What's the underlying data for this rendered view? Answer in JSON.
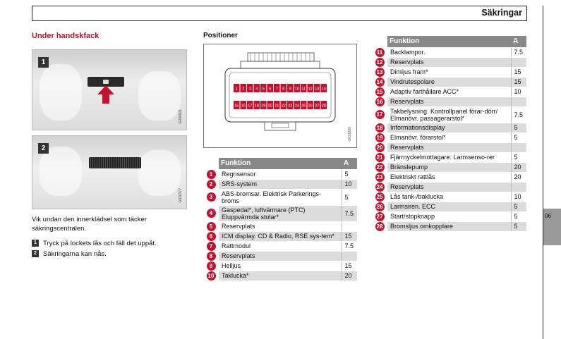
{
  "header": {
    "title": "Säkringar"
  },
  "section": {
    "title": "Under handskfack",
    "positions_title": "Positioner"
  },
  "photos": [
    {
      "num": "1",
      "code": "G000001"
    },
    {
      "num": "2",
      "code": "G020377"
    }
  ],
  "diagram": {
    "code": "G021888",
    "row1": [
      "1",
      "2",
      "3",
      "4",
      "5",
      "6",
      "7",
      "8",
      "9",
      "10",
      "11",
      "12",
      "13",
      "14"
    ],
    "row2": [
      "15",
      "16",
      "17",
      "18",
      "19",
      "20",
      "21",
      "22",
      "23",
      "24",
      "25",
      "26",
      "27",
      "28"
    ]
  },
  "body_text": "Vik undan den innerklädsel som täcker säkringscentralen.",
  "steps": [
    {
      "num": "1",
      "text": "Tryck på lockets lås och fäll det uppåt."
    },
    {
      "num": "2",
      "text": "Säkringarna kan nås."
    }
  ],
  "table_header": {
    "funktion": "Funktion",
    "a": "A"
  },
  "table1": [
    {
      "n": "1",
      "f": "Regnsensor",
      "a": "5"
    },
    {
      "n": "2",
      "f": "SRS-system",
      "a": "10"
    },
    {
      "n": "3",
      "f": "ABS-bromsar. Elektrisk Parkerings-broms",
      "a": "5"
    },
    {
      "n": "4",
      "f": "Gaspedal*, luftvärmare (PTC) Eluppvärmda stolar*",
      "a": "7.5"
    },
    {
      "n": "5",
      "f": "Reservplats",
      "a": ""
    },
    {
      "n": "6",
      "f": "ICM display. CD & Radio, RSE sys-tem*",
      "a": "15"
    },
    {
      "n": "7",
      "f": "Rattmodul",
      "a": "7.5"
    },
    {
      "n": "8",
      "f": "Reservplats",
      "a": ""
    },
    {
      "n": "9",
      "f": "Helljus",
      "a": "15"
    },
    {
      "n": "10",
      "f": "Taklucka*",
      "a": "20"
    }
  ],
  "table2": [
    {
      "n": "11",
      "f": "Backlampor.",
      "a": "7.5"
    },
    {
      "n": "12",
      "f": "Reservplats",
      "a": ""
    },
    {
      "n": "13",
      "f": "Dimljus fram*",
      "a": "15"
    },
    {
      "n": "14",
      "f": "Vindrutespolare",
      "a": "15"
    },
    {
      "n": "15",
      "f": "Adaptiv farthållare ACC*",
      "a": "10"
    },
    {
      "n": "16",
      "f": "Reservplats",
      "a": ""
    },
    {
      "n": "17",
      "f": "Takbelysning. Kontrollpanel förar-dörr/ Elmanövr. passagerarstol*",
      "a": "7.5"
    },
    {
      "n": "18",
      "f": "Informationsdisplay",
      "a": "5"
    },
    {
      "n": "19",
      "f": "Elmanövr. förarstol*",
      "a": "5"
    },
    {
      "n": "20",
      "f": "Reservplats",
      "a": ""
    },
    {
      "n": "21",
      "f": "Fjärrnyckelmottagare. Larmsenso-rer",
      "a": "5"
    },
    {
      "n": "22",
      "f": "Bränslepump",
      "a": "20"
    },
    {
      "n": "23",
      "f": "Elektriskt rattlås",
      "a": "20"
    },
    {
      "n": "24",
      "f": "Reservplats",
      "a": ""
    },
    {
      "n": "25",
      "f": "Lås tank-/baklucka",
      "a": "10"
    },
    {
      "n": "26",
      "f": "Larmsiren. ECC",
      "a": "5"
    },
    {
      "n": "27",
      "f": "Start/stopknapp",
      "a": "5"
    },
    {
      "n": "28",
      "f": "Bromsljus omkopplare",
      "a": "5"
    }
  ],
  "side_tab": "06",
  "colors": {
    "accent": "#c8102e",
    "header_gray": "#888888",
    "tab_gray": "#999999"
  }
}
